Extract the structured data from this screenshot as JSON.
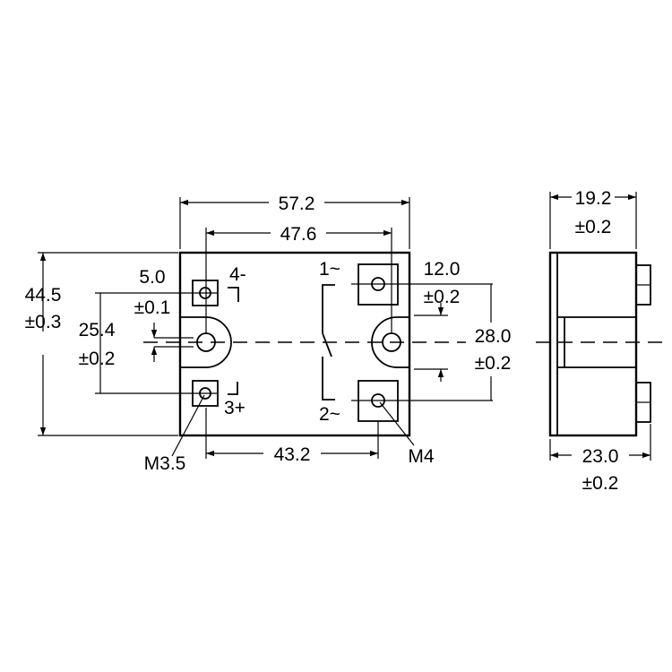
{
  "front_view": {
    "overall_width": "57.2",
    "mount_hole_spacing": "47.6",
    "overall_height": "44.5",
    "overall_height_tol": "±0.3",
    "control_terminal_pitch": "5.0",
    "control_terminal_pitch_tol": "±0.1",
    "control_spacing": "25.4",
    "control_spacing_tol": "±0.2",
    "load_terminal_pitch": "12.0",
    "load_terminal_pitch_tol": "±0.2",
    "load_spacing": "28.0",
    "load_spacing_tol": "±0.2",
    "terminal_spacing": "43.2",
    "terminal_minus": "4-",
    "terminal_plus": "3+",
    "terminal_ac1": "1~",
    "terminal_ac2": "2~",
    "control_screw": "M3.5",
    "load_screw": "M4"
  },
  "side_view": {
    "body_depth": "19.2",
    "body_depth_tol": "±0.2",
    "total_depth": "23.0",
    "total_depth_tol": "±0.2"
  }
}
